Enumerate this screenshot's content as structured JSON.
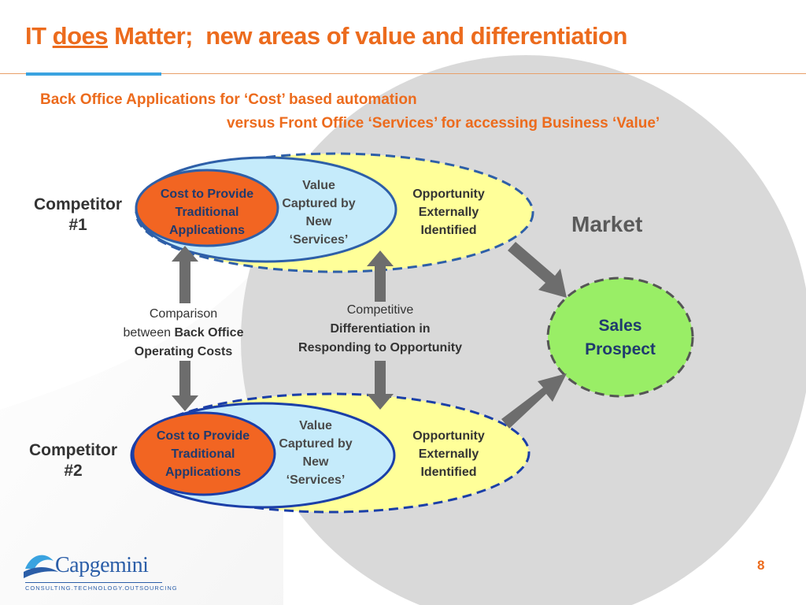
{
  "title": {
    "prefix": "IT ",
    "emph": "does",
    "suffix": " Matter;  new areas of value and differentiation"
  },
  "subtitle": {
    "line1": "Back Office Applications for ‘Cost’ based automation",
    "line2": "versus Front Office ‘Services’ for accessing Business ‘Value’"
  },
  "market": "Market",
  "competitors": [
    {
      "label_l1": "Competitor",
      "label_l2": "#1",
      "cost_l1": "Cost to Provide",
      "cost_l2": "Traditional",
      "cost_l3": "Applications",
      "value_l1": "Value",
      "value_l2": "Captured by",
      "value_l3": "New",
      "value_l4": "‘Services’",
      "opp_l1": "Opportunity",
      "opp_l2": "Externally",
      "opp_l3": "Identified"
    },
    {
      "label_l1": "Competitor",
      "label_l2": "#2",
      "cost_l1": "Cost to Provide",
      "cost_l2": "Traditional",
      "cost_l3": "Applications",
      "value_l1": "Value",
      "value_l2": "Captured by",
      "value_l3": "New",
      "value_l4": "‘Services’",
      "opp_l1": "Opportunity",
      "opp_l2": "Externally",
      "opp_l3": "Identified"
    }
  ],
  "comparison": {
    "l1": "Comparison",
    "l2a": "between ",
    "l2b": "Back Office",
    "l3": "Operating Costs"
  },
  "differentiation": {
    "l1": "Competitive",
    "l2": "Differentiation in",
    "l3": "Responding to Opportunity"
  },
  "sales": {
    "l1": "Sales",
    "l2": "Prospect"
  },
  "logo": {
    "name": "Capgemini",
    "tagline": "CONSULTING.TECHNOLOGY.OUTSOURCING"
  },
  "page_number": "8",
  "colors": {
    "accent_orange": "#ec6b1d",
    "market_gray": "#d9d9d9",
    "yellow": "#ffff99",
    "light_blue": "#c5ebfb",
    "cost_orange": "#f26522",
    "sales_green": "#99ee66",
    "navy": "#1f3a6e",
    "arrow_gray": "#6d6d6d"
  }
}
